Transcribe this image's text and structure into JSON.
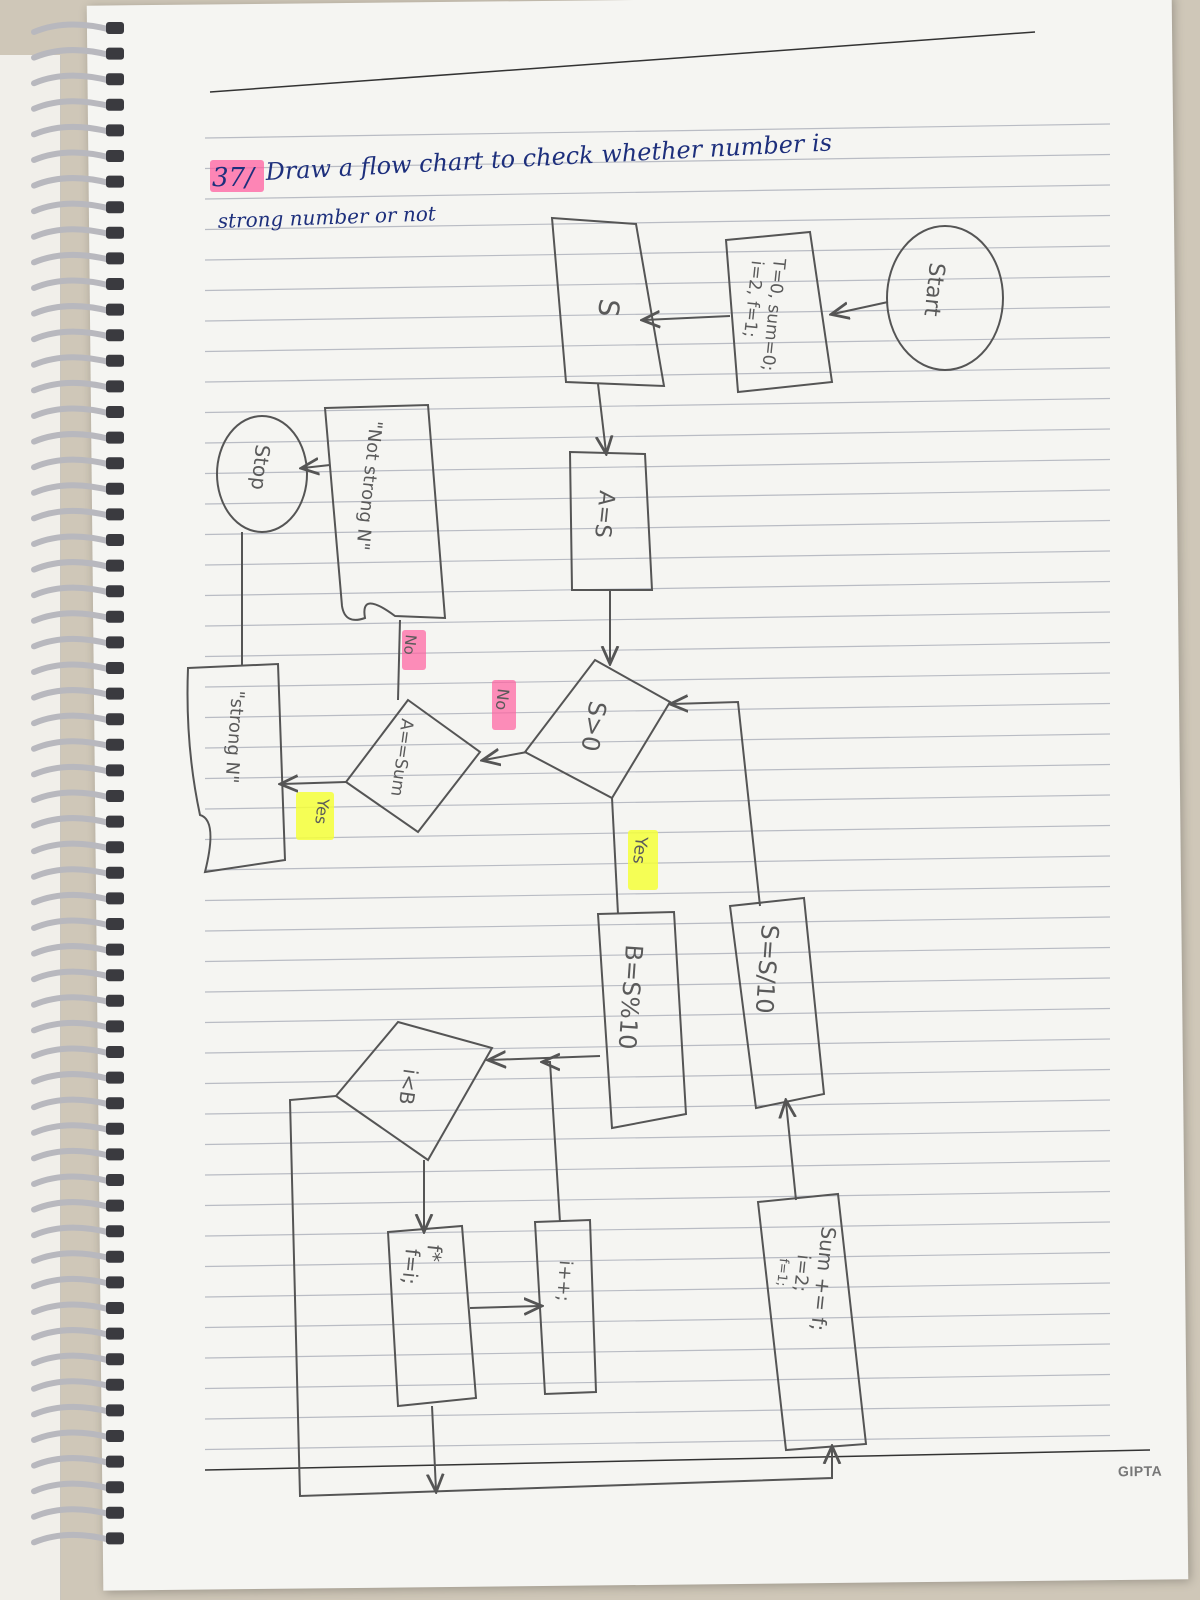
{
  "title": {
    "number": "37/",
    "line1": "Draw a flow chart to check whether number is",
    "line2": "strong number or not"
  },
  "nodes": {
    "start": "Start",
    "init_line1": "T=0, sum=0;",
    "init_line2": "i=2, f=1;",
    "input": "S",
    "assign": "A=S",
    "cond_s": "S>0",
    "cond_a": "A==Sum",
    "not_strong": "\"Not strong N\"",
    "strong": "\"strong N\"",
    "stop": "Stop",
    "remainder": "B=S%10",
    "divide": "S=S/10",
    "cond_i": "i<B",
    "fact_line1": "f*",
    "fact_line2": "f=i;",
    "incr": "i++;",
    "sum_line1": "Sum += f;",
    "sum_line2": "i=2;",
    "sum_line3": "f=1;"
  },
  "edge_labels": {
    "no_s": "No",
    "no_a": "No",
    "yes_a": "Yes",
    "yes_s": "Yes"
  },
  "brand": "GIPTA",
  "colors": {
    "ink": "#1d2f7c",
    "pencil": "#555555",
    "highlight_pink": "#ff5fa0",
    "highlight_yellow": "#f4ff3a"
  }
}
